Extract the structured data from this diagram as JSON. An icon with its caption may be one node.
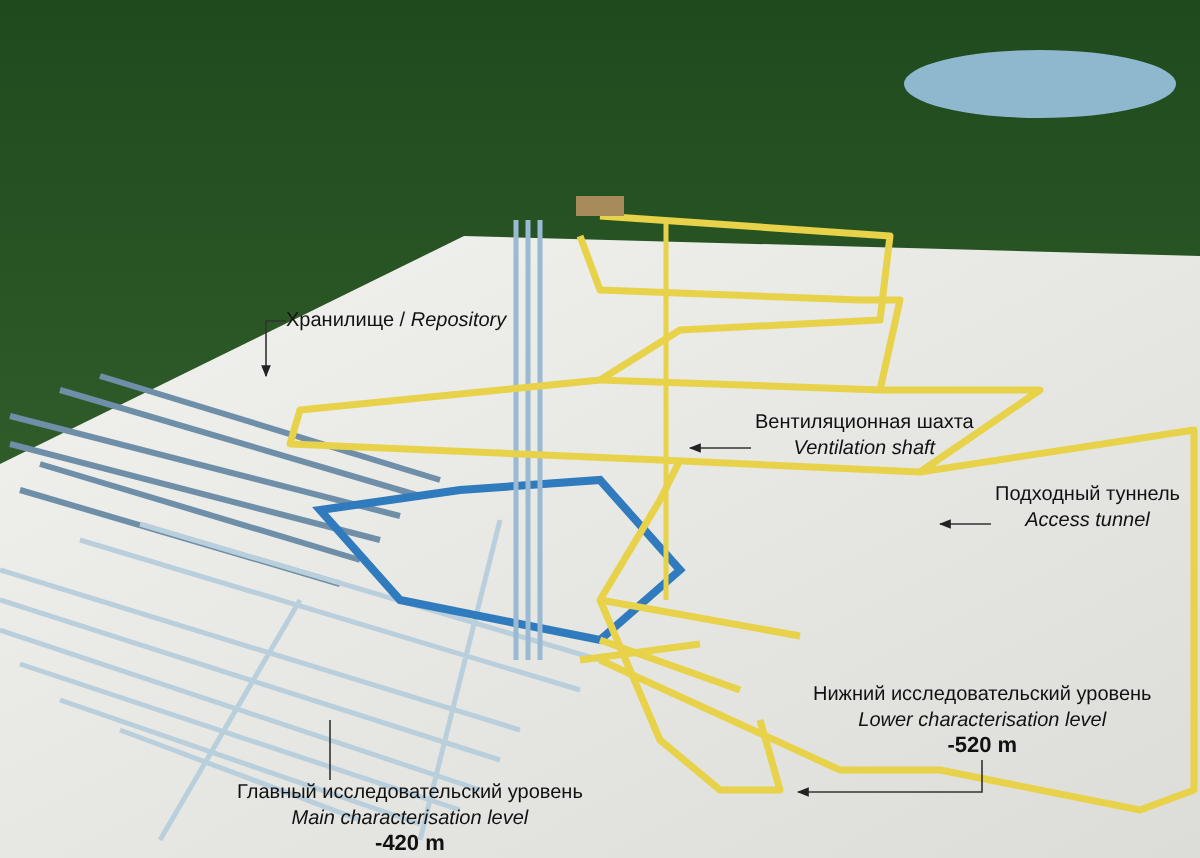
{
  "diagram": {
    "nodes": [
      {
        "text": [
          "Хранилище / *Repository*"
        ]
      },
      {
        "text": [
          "Вентиляционная шахта",
          "Ventilation shaft"
        ]
      },
      {
        "text": [
          "Подходный туннель",
          "Access tunnel"
        ]
      },
      {
        "text": [
          "Нижний исследовательский уровень",
          "Lower characterisation level",
          "-520 m"
        ]
      },
      {
        "text": [
          "Главный исследовательский уровень",
          "Main characterisation level",
          "-420 m"
        ]
      }
    ],
    "edges": [
      {
        "from": 0,
        "to": null,
        "arrow": "to"
      },
      {
        "from": 1,
        "to": null,
        "arrow": "to"
      },
      {
        "from": 2,
        "to": null,
        "arrow": "to"
      },
      {
        "from": 3,
        "to": null,
        "arrow": "to"
      },
      {
        "from": 4,
        "to": null,
        "arrow": "none"
      }
    ]
  }
}
